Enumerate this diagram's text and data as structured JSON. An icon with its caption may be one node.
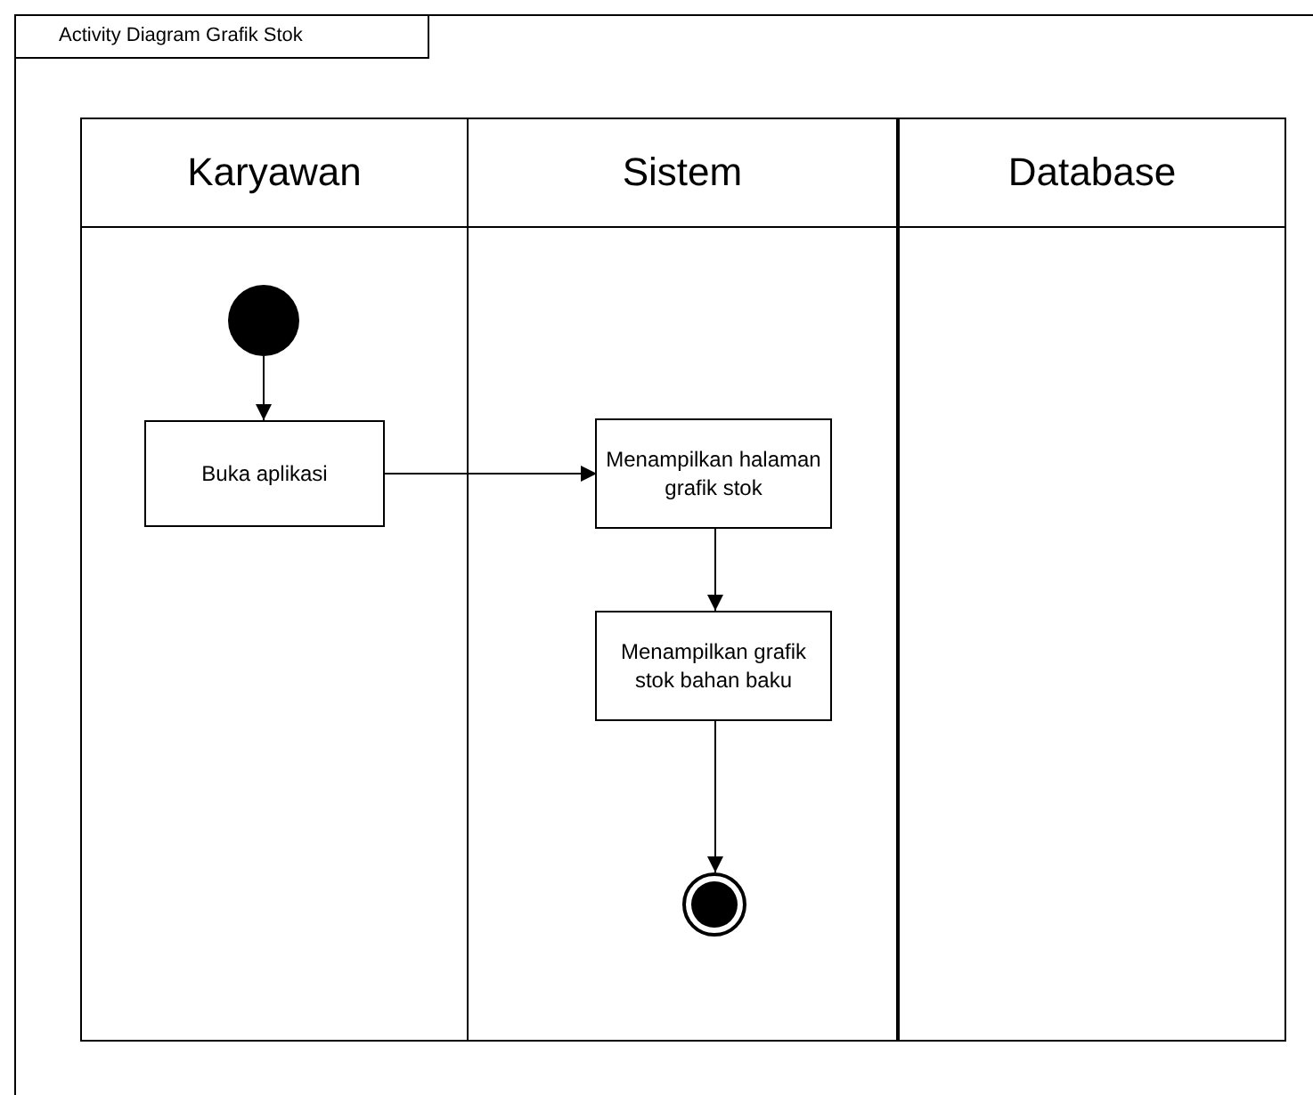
{
  "diagram": {
    "nodes": [
      {
        "text": [
          "Activity Diagram Grafik Stok"
        ]
      },
      {
        "text": [
          "Karyawan"
        ],
        "in": 0
      },
      {
        "text": [
          "Sistem"
        ],
        "in": 0
      },
      {
        "text": [
          "Database"
        ],
        "in": 0
      },
      {
        "text": [],
        "shape": "circle",
        "in": 1
      },
      {
        "text": [
          "Buka aplikasi"
        ],
        "in": 1
      },
      {
        "text": [
          "Menampilkan halaman grafik stok"
        ],
        "in": 2
      },
      {
        "text": [
          "Menampilkan grafik stok bahan baku"
        ],
        "in": 2
      },
      {
        "text": [],
        "shape": "bullseye",
        "in": 2
      }
    ],
    "edges": [
      {
        "from": 4,
        "to": 5,
        "arrow": "to"
      },
      {
        "from": 5,
        "to": 6,
        "arrow": "to"
      },
      {
        "from": 6,
        "to": 7,
        "arrow": "to"
      },
      {
        "from": 7,
        "to": 8,
        "arrow": "to"
      }
    ]
  }
}
